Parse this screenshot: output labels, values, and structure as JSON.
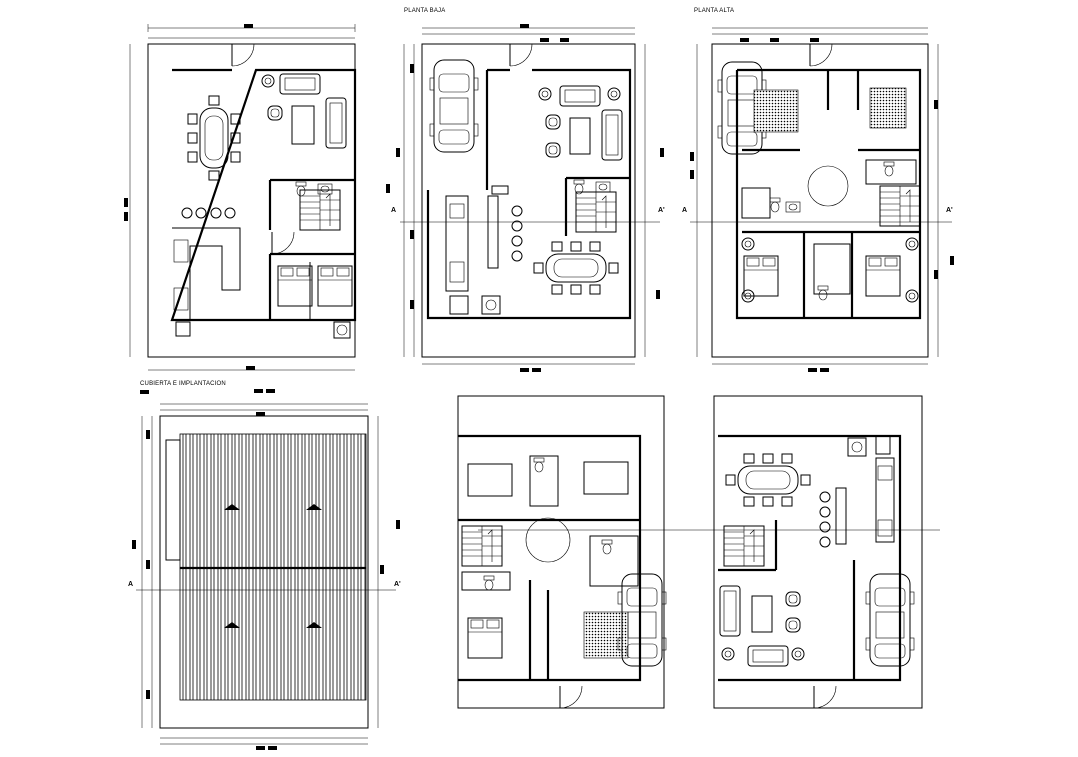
{
  "labels": {
    "planta_baja": "PLANTA BAJA",
    "planta_alta": "PLANTA ALTA",
    "cubierta": "CUBIERTA E IMPLANTACION"
  },
  "section_marks": {
    "a": "A",
    "a_prime": "A'"
  },
  "colors": {
    "line": "#000000",
    "background": "#ffffff"
  }
}
